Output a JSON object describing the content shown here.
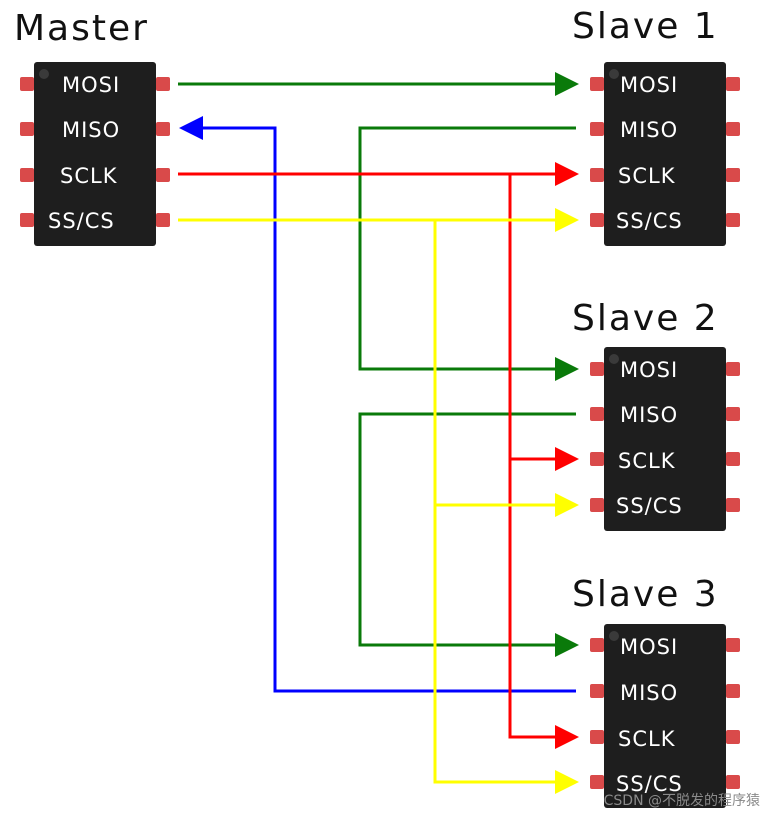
{
  "chips": [
    {
      "id": "master",
      "title": "Master",
      "pins": [
        "MOSI",
        "MISO",
        "SCLK",
        "SS/CS"
      ]
    },
    {
      "id": "slave1",
      "title": "Slave 1",
      "pins": [
        "MOSI",
        "MISO",
        "SCLK",
        "SS/CS"
      ]
    },
    {
      "id": "slave2",
      "title": "Slave 2",
      "pins": [
        "MOSI",
        "MISO",
        "SCLK",
        "SS/CS"
      ]
    },
    {
      "id": "slave3",
      "title": "Slave 3",
      "pins": [
        "MOSI",
        "MISO",
        "SCLK",
        "SS/CS"
      ]
    }
  ],
  "colors": {
    "mosi": "#0a7a0a",
    "miso_slave": "#0a7a0a",
    "miso_master": "#0000ff",
    "sclk": "#ff0000",
    "sscs": "#ffff00",
    "chip": "#1e1e1e",
    "pin": "#d94a4a"
  },
  "watermark": "CSDN @不脱发的程序猿"
}
